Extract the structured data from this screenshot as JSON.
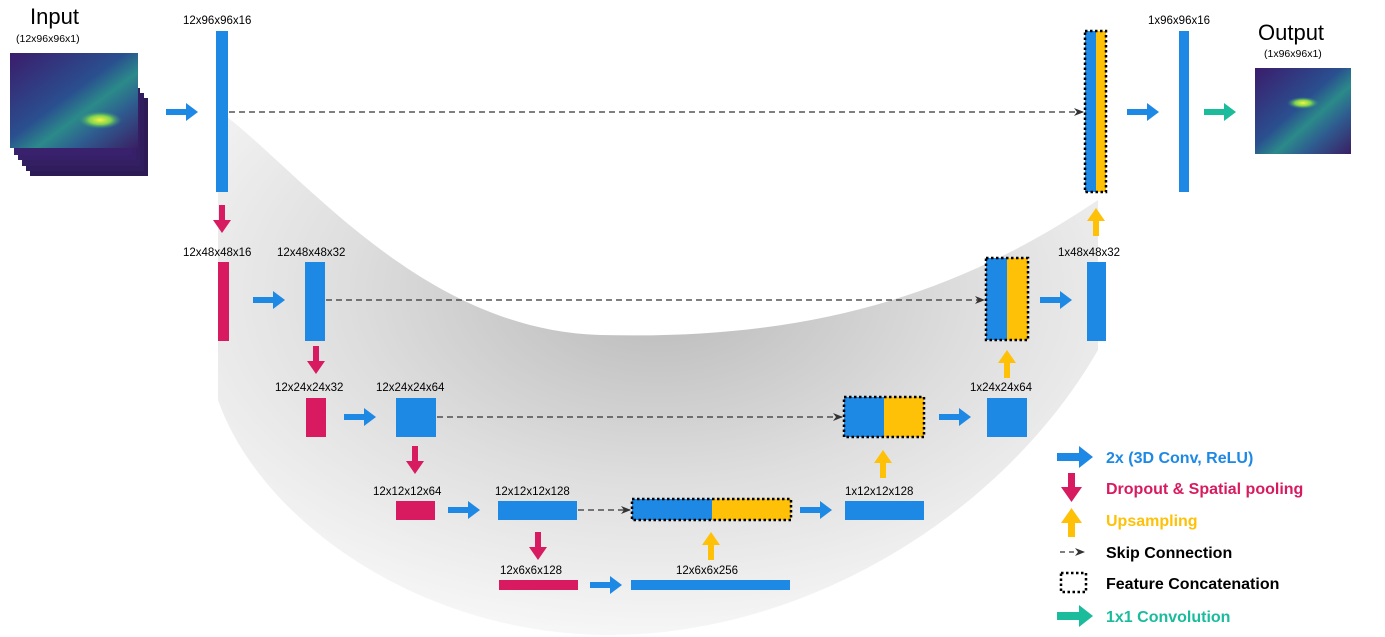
{
  "colors": {
    "conv": "#1E88E5",
    "pool": "#D81B60",
    "upsample": "#FFC107",
    "skip": "#333333",
    "one_by_one": "#1ABC9C",
    "background_band": "#cfcfcf"
  },
  "input": {
    "title": "Input",
    "subtitle": "(12x96x96x1)"
  },
  "output": {
    "title": "Output",
    "subtitle": "(1x96x96x1)"
  },
  "labels": {
    "enc1_conv": "12x96x96x16",
    "enc2_pool": "12x48x48x16",
    "enc2_conv": "12x48x48x32",
    "enc3_pool": "12x24x24x32",
    "enc3_conv": "12x24x24x64",
    "enc4_pool": "12x12x12x64",
    "enc4_conv": "12x12x12x128",
    "bottom_pool": "12x6x6x128",
    "bottom_conv": "12x6x6x256",
    "dec4_conv": "1x12x12x128",
    "dec3_conv": "1x24x24x64",
    "dec2_conv": "1x48x48x32",
    "dec1_conv": "1x96x96x16"
  },
  "legend": [
    {
      "icon": "blue-right-arrow-icon",
      "text": "2x (3D Conv, ReLU)",
      "color": "#1E88E5"
    },
    {
      "icon": "pink-down-arrow-icon",
      "text": "Dropout & Spatial pooling",
      "color": "#D81B60"
    },
    {
      "icon": "yellow-up-arrow-icon",
      "text": "Upsampling",
      "color": "#FFC107"
    },
    {
      "icon": "dashed-arrow-icon",
      "text": "Skip Connection",
      "color": "#000000"
    },
    {
      "icon": "dotted-box-icon",
      "text": "Feature Concatenation",
      "color": "#000000"
    },
    {
      "icon": "teal-right-arrow-icon",
      "text": "1x1 Convolution",
      "color": "#1ABC9C"
    }
  ]
}
